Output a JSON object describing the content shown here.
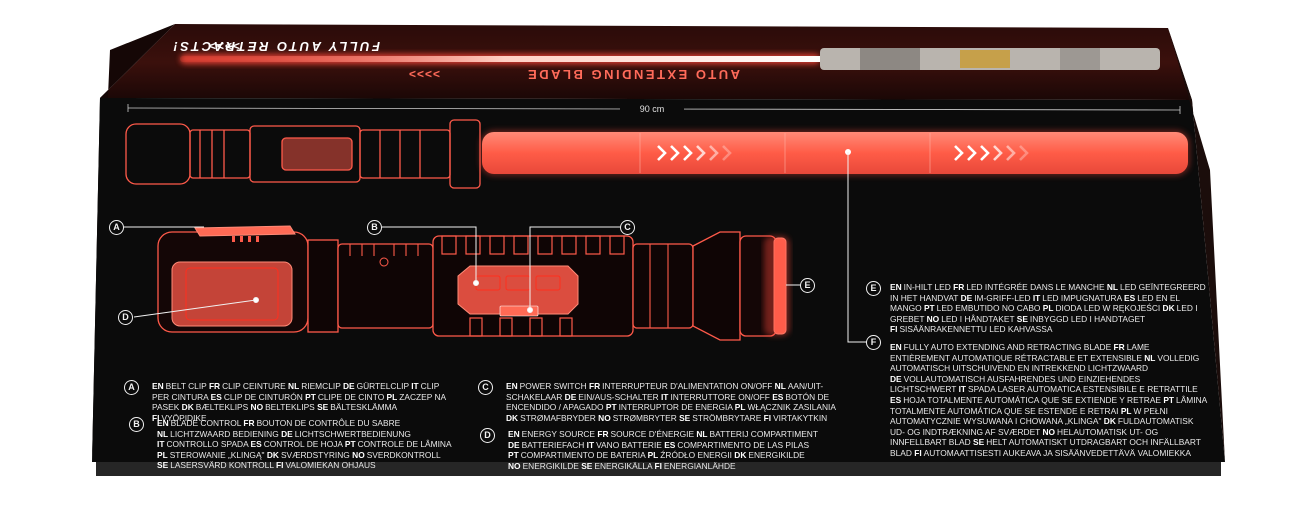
{
  "box": {
    "lid_text_1": "FULLY AUTO RETRACTS!",
    "lid_text_2": "AUTO EXTENDING BLADE",
    "lid_arrows": ">>>>"
  },
  "dimension": {
    "length": "90 cm"
  },
  "callout_letters": {
    "a": "A",
    "b": "B",
    "c": "C",
    "d": "D",
    "e": "E",
    "f": "F"
  },
  "legend": [
    {
      "id": "A",
      "entries": [
        {
          "code": "EN",
          "text": "BELT CLIP"
        },
        {
          "code": "FR",
          "text": "CLIP CEINTURE"
        },
        {
          "code": "NL",
          "text": "RIEMCLIP"
        },
        {
          "code": "DE",
          "text": "GÜRTELCLIP"
        },
        {
          "code": "IT",
          "text": "CLIP PER CINTURA"
        },
        {
          "code": "ES",
          "text": "CLIP DE CINTURÓN"
        },
        {
          "code": "PT",
          "text": "CLIPE DE CINTO"
        },
        {
          "code": "PL",
          "text": "ZACZEP NA PASEK"
        },
        {
          "code": "DK",
          "text": "BÆLTEKLIPS"
        },
        {
          "code": "NO",
          "text": "BELTEKLIPS"
        },
        {
          "code": "SE",
          "text": "BÄLTESKLÄMMA"
        },
        {
          "code": "FI",
          "text": "VYÖPIDIKE"
        }
      ]
    },
    {
      "id": "B",
      "entries": [
        {
          "code": "EN",
          "text": "BLADE CONTROL"
        },
        {
          "code": "FR",
          "text": "BOUTON DE CONTRÔLE DU SABRE"
        },
        {
          "code": "NL",
          "text": "LICHTZWAARD BEDIENING"
        },
        {
          "code": "DE",
          "text": "LICHTSCHWERTBEDIENUNG"
        },
        {
          "code": "IT",
          "text": "CONTROLLO SPADA"
        },
        {
          "code": "ES",
          "text": "CONTROL DE HOJA"
        },
        {
          "code": "PT",
          "text": "CONTROLE DE LÂMINA"
        },
        {
          "code": "PL",
          "text": "STEROWANIE „KLINGĄ\""
        },
        {
          "code": "DK",
          "text": "SVÆRDSTYRING"
        },
        {
          "code": "NO",
          "text": "SVERDKONTROLL"
        },
        {
          "code": "SE",
          "text": "LASERSVÄRD KONTROLL"
        },
        {
          "code": "FI",
          "text": "VALOMIEKAN OHJAUS"
        }
      ]
    },
    {
      "id": "C",
      "entries": [
        {
          "code": "EN",
          "text": "POWER SWITCH"
        },
        {
          "code": "FR",
          "text": "INTERRUPTEUR D'ALIMENTATION ON/OFF"
        },
        {
          "code": "NL",
          "text": "AAN/UIT-SCHAKELAAR"
        },
        {
          "code": "DE",
          "text": "EIN/AUS-SCHALTER"
        },
        {
          "code": "IT",
          "text": "INTERRUTTORE ON/OFF"
        },
        {
          "code": "ES",
          "text": "BOTÓN DE ENCENDIDO / APAGADO"
        },
        {
          "code": "PT",
          "text": "INTERRUPTOR DE ENERGIA"
        },
        {
          "code": "PL",
          "text": "WŁĄCZNIK ZASILANIA"
        },
        {
          "code": "DK",
          "text": "STRØMAFBRYDER"
        },
        {
          "code": "NO",
          "text": "STRØMBRYTER"
        },
        {
          "code": "SE",
          "text": "STRÖMBRYTARE"
        },
        {
          "code": "FI",
          "text": "VIRTAKYTKIN"
        }
      ]
    },
    {
      "id": "D",
      "entries": [
        {
          "code": "EN",
          "text": "ENERGY SOURCE"
        },
        {
          "code": "FR",
          "text": "SOURCE D'ÉNERGIE"
        },
        {
          "code": "NL",
          "text": "BATTERIJ COMPARTIMENT"
        },
        {
          "code": "DE",
          "text": "BATTERIEFACH"
        },
        {
          "code": "IT",
          "text": "VANO BATTERIE"
        },
        {
          "code": "ES",
          "text": "COMPARTIMENTO DE LAS PILAS"
        },
        {
          "code": "PT",
          "text": "COMPARTIMENTO DE BATERIA"
        },
        {
          "code": "PL",
          "text": "ŹRÓDŁO ENERGII"
        },
        {
          "code": "DK",
          "text": "ENERGIKILDE"
        },
        {
          "code": "NO",
          "text": "ENERGIKILDE"
        },
        {
          "code": "SE",
          "text": "ENERGIKÄLLA"
        },
        {
          "code": "FI",
          "text": "ENERGIANLÄHDE"
        }
      ]
    },
    {
      "id": "E",
      "entries": [
        {
          "code": "EN",
          "text": "IN-HILT LED"
        },
        {
          "code": "FR",
          "text": "LED INTÉGRÉE DANS LE MANCHE"
        },
        {
          "code": "NL",
          "text": "LED GEÏNTEGREERD IN HET HANDVAT"
        },
        {
          "code": "DE",
          "text": "IM-GRIFF-LED"
        },
        {
          "code": "IT",
          "text": "LED IMPUGNATURA"
        },
        {
          "code": "ES",
          "text": "LED EN EL MANGO"
        },
        {
          "code": "PT",
          "text": "LED EMBUTIDO NO CABO"
        },
        {
          "code": "PL",
          "text": "DIODA LED W RĘKOJEŚCI"
        },
        {
          "code": "DK",
          "text": "LED I GREBET"
        },
        {
          "code": "NO",
          "text": "LED I HÅNDTAKET"
        },
        {
          "code": "SE",
          "text": "INBYGGD LED I HANDTAGET"
        },
        {
          "code": "FI",
          "text": "SISÄÄNRAKENNETTU LED KAHVASSA"
        }
      ]
    },
    {
      "id": "F",
      "entries": [
        {
          "code": "EN",
          "text": "FULLY AUTO EXTENDING AND RETRACTING BLADE"
        },
        {
          "code": "FR",
          "text": "LAME ENTIÈREMENT AUTOMATIQUE RÉTRACTABLE ET EXTENSIBLE"
        },
        {
          "code": "NL",
          "text": "VOLLEDIG AUTOMATISCH UITSCHUIVEND EN INTREKKEND LICHTZWAARD"
        },
        {
          "code": "DE",
          "text": "VOLLAUTOMATISCH AUSFAHRENDES UND EINZIEHENDES LICHTSCHWERT"
        },
        {
          "code": "IT",
          "text": "SPADA LASER AUTOMATICA ESTENSIBILE E RETRATTILE"
        },
        {
          "code": "ES",
          "text": "HOJA TOTALMENTE AUTOMÁTICA QUE SE EXTIENDE Y RETRAE"
        },
        {
          "code": "PT",
          "text": "LÂMINA TOTALMENTE AUTOMÁTICA QUE SE ESTENDE E RETRAI"
        },
        {
          "code": "PL",
          "text": "W PEŁNI AUTOMATYCZNIE WYSUWANA I CHOWANA „KLINGA\""
        },
        {
          "code": "DK",
          "text": "FULDAUTOMATISK UD- OG INDTRÆKNING AF SVÆRDET"
        },
        {
          "code": "NO",
          "text": "HELAUTOMATISK UT- OG INNFELLBART BLAD"
        },
        {
          "code": "SE",
          "text": "HELT AUTOMATISKT UTDRAGBART OCH INFÄLLBART BLAD"
        },
        {
          "code": "FI",
          "text": "AUTOMAATTISESTI AUKEAVA JA SISÄÄNVEDETTÄVÄ VALOMIEKKA"
        }
      ]
    }
  ],
  "colors": {
    "box_black": "#0b0b0b",
    "box_side": "#1b0d0b",
    "lid_red": "#3a0f0c",
    "neon_red": "#ff5a4a",
    "blade_fill": "#ff6a55",
    "text_light": "#e9e9e9"
  }
}
